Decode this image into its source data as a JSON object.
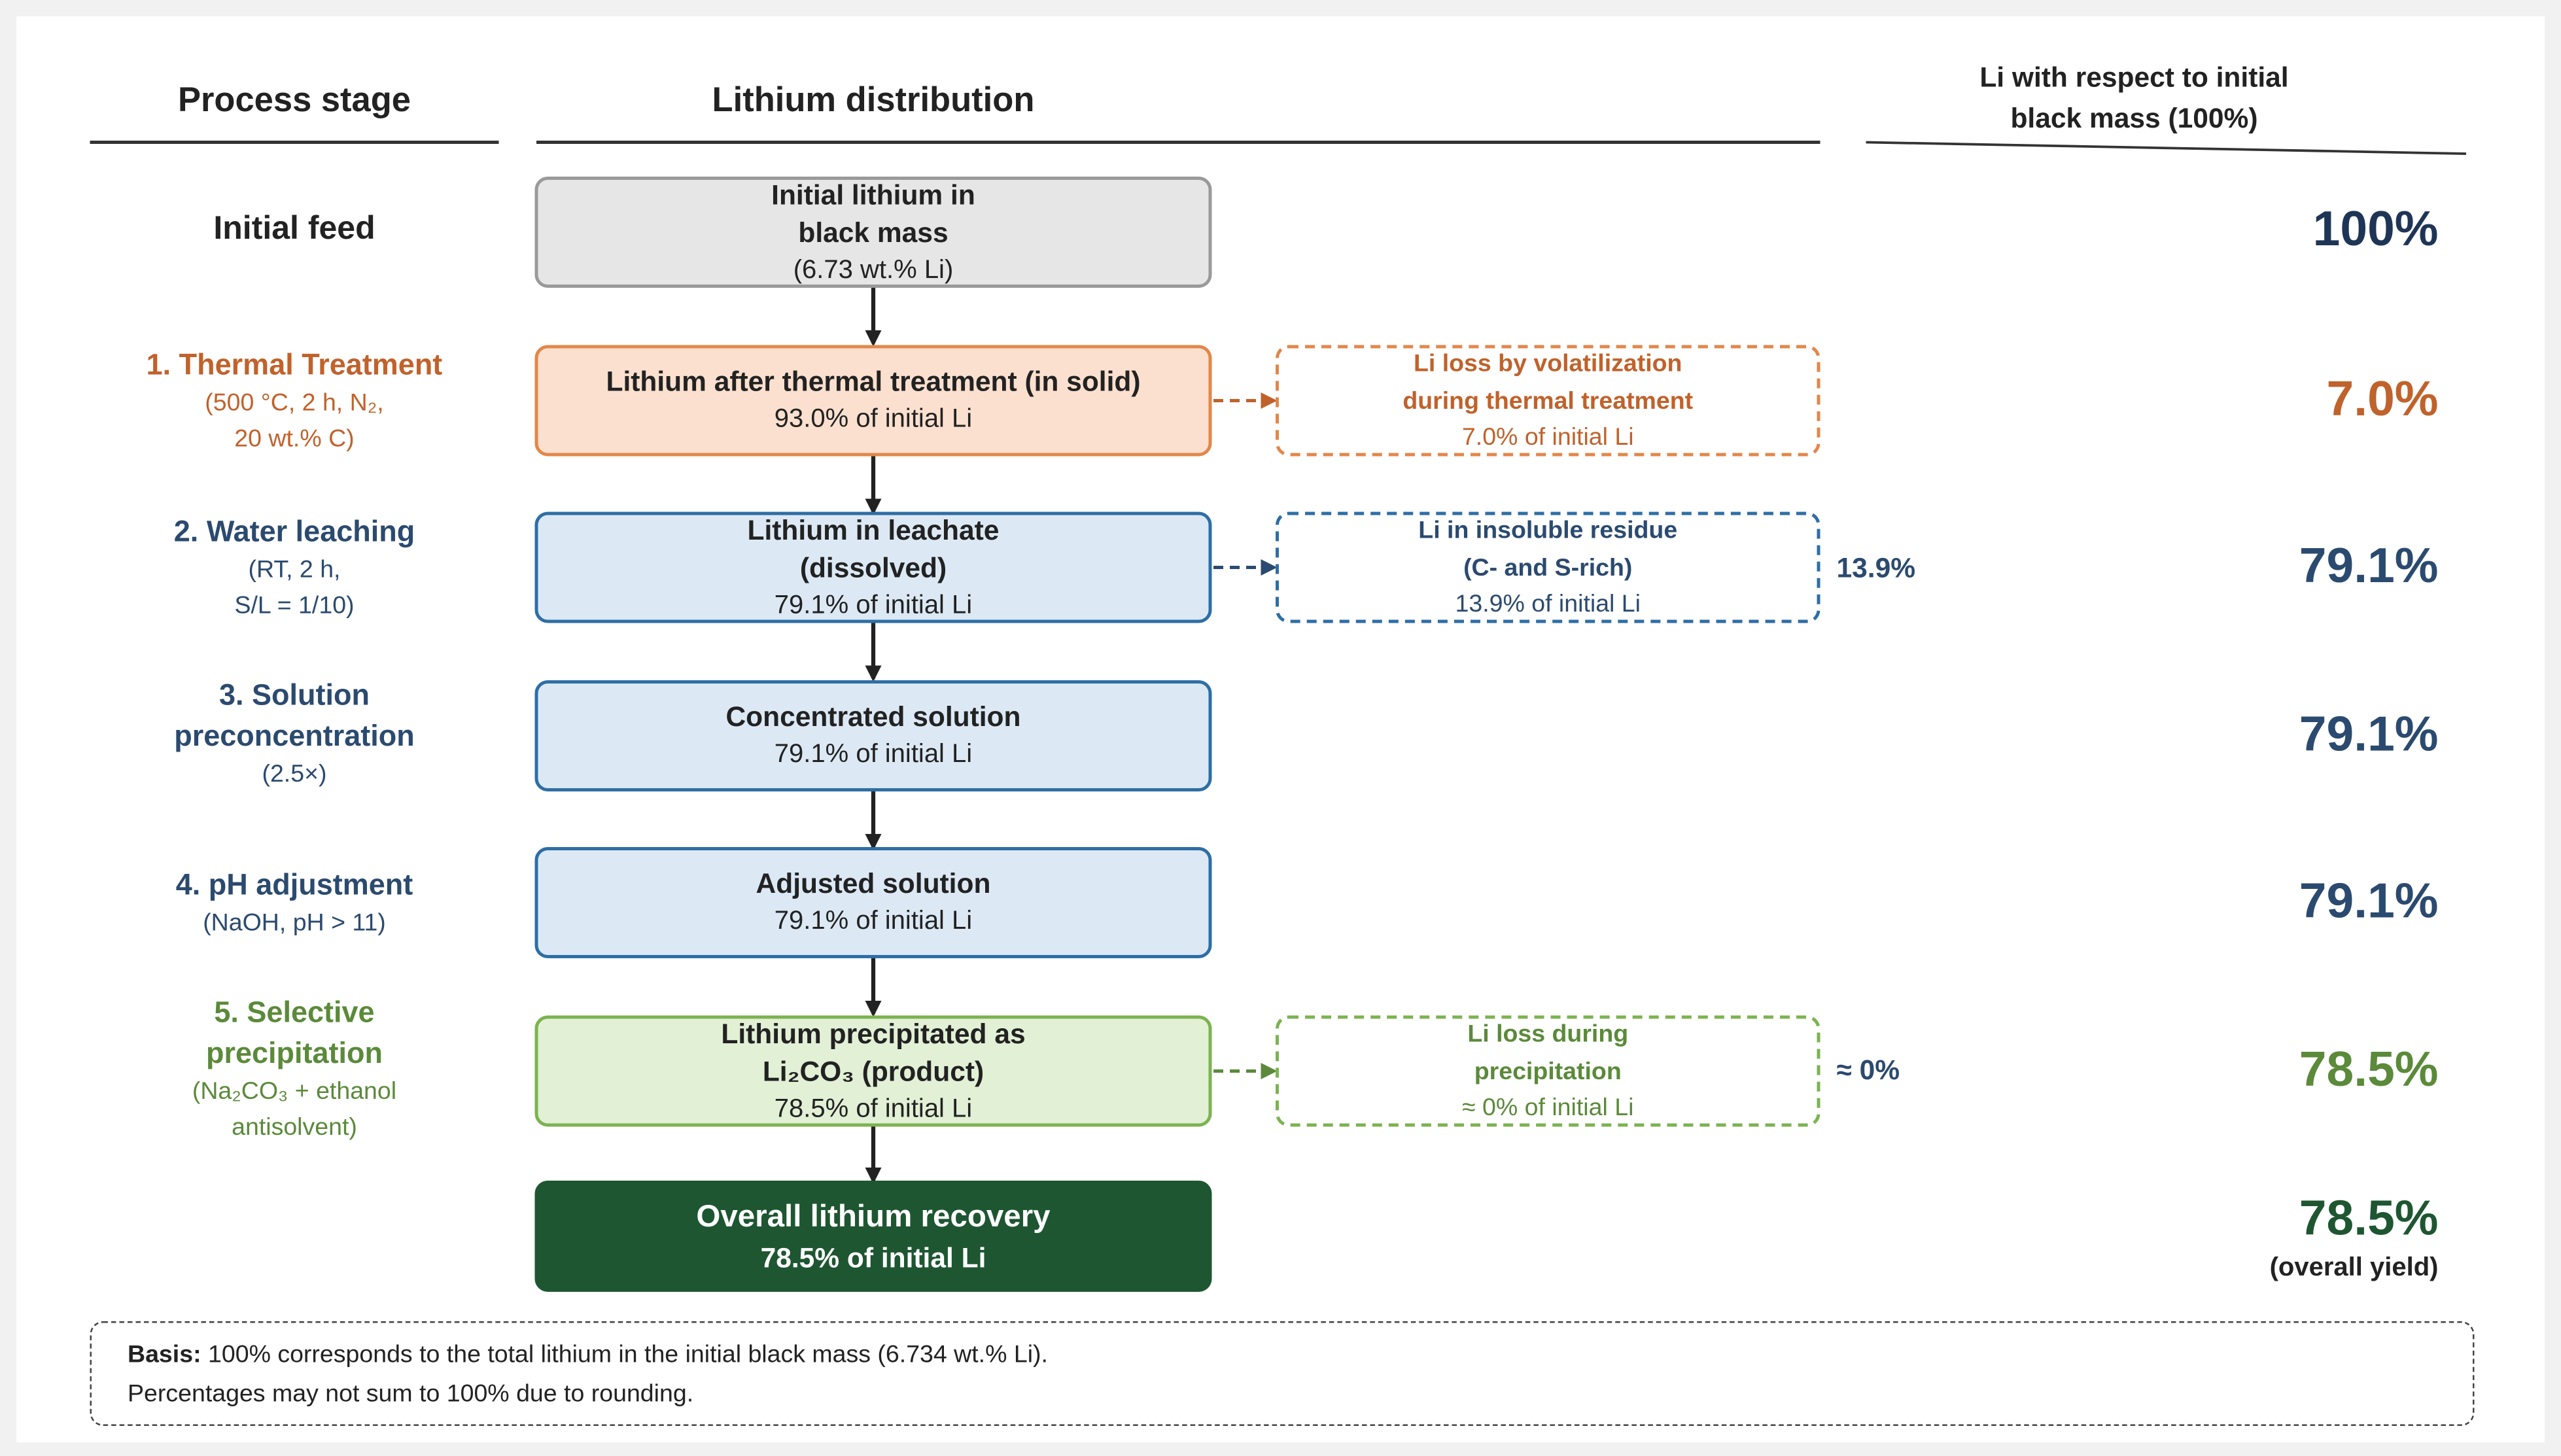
{
  "headers": {
    "stage": "Process stage",
    "distribution": "Lithium distribution",
    "respect_line1": "Li with respect to initial",
    "respect_line2": "black mass (100%)"
  },
  "stages": [
    {
      "title": "Initial feed"
    },
    {
      "title": "1. Thermal Treatment",
      "sub1": "(500 °C, 2 h, N₂,",
      "sub2": "20 wt.% C)"
    },
    {
      "title": "2. Water leaching",
      "sub1": "(RT, 2 h,",
      "sub2": "S/L = 1/10)"
    },
    {
      "title1": "3. Solution",
      "title2": "preconcentration",
      "sub1": "(2.5×)"
    },
    {
      "title": "4. pH adjustment",
      "sub1": "(NaOH, pH > 11)"
    },
    {
      "title1": "5. Selective",
      "title2": "precipitation",
      "sub1": "(Na₂CO₃ + ethanol",
      "sub2": "antisolvent)"
    }
  ],
  "boxes": [
    {
      "line1": "Initial lithium in",
      "line2": "black mass",
      "value": "(6.73 wt.% Li)"
    },
    {
      "line1": "Lithium after thermal treatment (in solid)",
      "value": "93.0% of initial Li"
    },
    {
      "line1": "Lithium in leachate",
      "line2": "(dissolved)",
      "value": "79.1% of initial Li"
    },
    {
      "line1": "Concentrated solution",
      "value": "79.1% of initial Li"
    },
    {
      "line1": "Adjusted solution",
      "value": "79.1% of initial Li"
    },
    {
      "line1": "Lithium precipitated as",
      "line2": "Li₂CO₃ (product)",
      "value": "78.5% of initial Li"
    },
    {
      "line1": "Overall lithium recovery",
      "value": "78.5% of initial Li"
    }
  ],
  "side_boxes": [
    {
      "line1": "Li loss by volatilization",
      "line2": "during thermal treatment",
      "value": "7.0% of initial Li"
    },
    {
      "line1": "Li in insoluble residue",
      "line2": "(C- and S-rich)",
      "value": "13.9% of initial Li",
      "note": "13.9%"
    },
    {
      "line1": "Li loss during",
      "line2": "precipitation",
      "value": "≈ 0% of initial Li",
      "note": "≈ 0%"
    }
  ],
  "percentages": [
    "100%",
    "7.0%",
    "79.1%",
    "79.1%",
    "79.1%",
    "78.5%",
    "78.5%"
  ],
  "overall_yield_label": "(overall yield)",
  "footer": {
    "basis_label": "Basis:",
    "basis_text": " 100% corresponds to the total lithium in the initial black mass (6.734 wt.% Li).",
    "line2": "Percentages may not sum to 100% due to rounding."
  },
  "colors": {
    "thermal": "#c0622b",
    "water": "#2b4a6f",
    "precipitation": "#5b8a3a",
    "recovery": "#1e5631",
    "initial_fill": "#e6e6e6",
    "thermal_fill": "#fbe0cf",
    "blue_fill": "#dce9f5",
    "green_fill": "#e2f0d6"
  }
}
